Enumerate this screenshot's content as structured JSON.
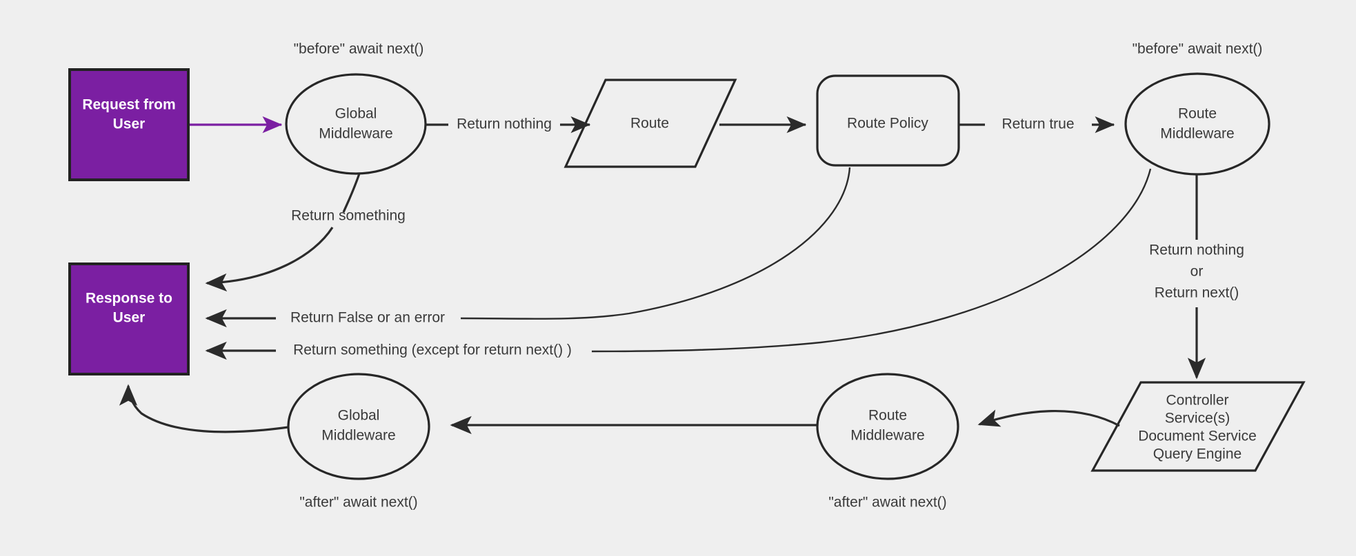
{
  "diagram": {
    "title": "Request lifecycle middleware flow",
    "background_color": "#efefef",
    "accent_color": "#7B1FA2",
    "stroke_color": "#2b2b2b",
    "text_color": "#3a3a3a"
  },
  "nodes": {
    "request_from_user": {
      "label_line1": "Request from",
      "label_line2": "User",
      "shape": "rectangle",
      "fill": "#7B1FA2"
    },
    "response_to_user": {
      "label_line1": "Response to",
      "label_line2": "User",
      "shape": "rectangle",
      "fill": "#7B1FA2"
    },
    "global_middleware_before": {
      "label_line1": "Global",
      "label_line2": "Middleware",
      "shape": "ellipse"
    },
    "route": {
      "label": "Route",
      "shape": "parallelogram"
    },
    "route_policy": {
      "label": "Route Policy",
      "shape": "rounded-rectangle"
    },
    "route_middleware_before": {
      "label_line1": "Route",
      "label_line2": "Middleware",
      "shape": "ellipse"
    },
    "handler": {
      "lines": [
        "Controller",
        "Service(s)",
        "Document Service",
        "Query Engine"
      ],
      "shape": "parallelogram"
    },
    "route_middleware_after": {
      "label_line1": "Route",
      "label_line2": "Middleware",
      "shape": "ellipse"
    },
    "global_middleware_after": {
      "label_line1": "Global",
      "label_line2": "Middleware",
      "shape": "ellipse"
    }
  },
  "annotations": {
    "before_global": "\"before\" await next()",
    "before_route": "\"before\" await next()",
    "after_global": "\"after\" await next()",
    "after_route": "\"after\" await next()"
  },
  "edges": {
    "request_to_global": {
      "label": ""
    },
    "global_to_route": {
      "label": "Return nothing"
    },
    "route_to_policy": {
      "label": ""
    },
    "policy_to_route_mw": {
      "label": "Return true"
    },
    "global_to_response": {
      "label": "Return something"
    },
    "policy_to_response": {
      "label": "Return False or an error"
    },
    "route_mw_to_response": {
      "label": "Return something (except for return next() )"
    },
    "route_mw_to_handler": {
      "line1": "Return nothing",
      "line2": "or",
      "line3": "Return next()"
    },
    "handler_to_route_mw_after": {
      "label": ""
    },
    "route_mw_after_to_global_after": {
      "label": ""
    },
    "global_after_to_response": {
      "label": ""
    }
  }
}
